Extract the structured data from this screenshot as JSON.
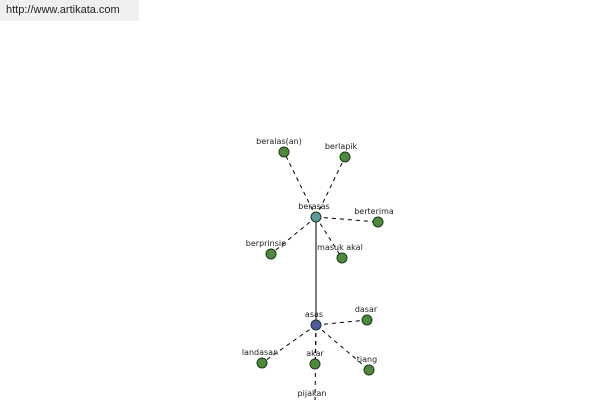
{
  "header": {
    "url": "http://www.artikata.com"
  },
  "colors": {
    "node": "#4e8a3e",
    "center": "#4c5aa6",
    "hub": "#5a9a9a"
  },
  "graph": {
    "nodes": {
      "beralasan": "beralas(an)",
      "berlapik": "berlapik",
      "berasas": "berasas",
      "berterima": "berterima",
      "berprinsip": "berprinsip",
      "masuk_akal": "masuk akal",
      "asas": "asas",
      "dasar": "dasar",
      "landasan": "landasan",
      "akar": "akar",
      "tiang": "tiang",
      "pijakan": "pijakan"
    }
  }
}
